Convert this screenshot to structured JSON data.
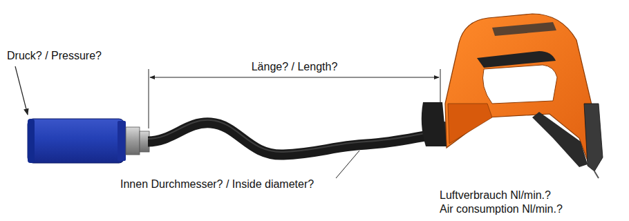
{
  "diagram": {
    "labels": [
      "Druck? / Pressure?",
      "Länge? / Length?",
      "Innen Durchmesser? / Inside diameter?",
      "Luftverbrauch Nl/min.?",
      "Air consumption Nl/min.?"
    ]
  }
}
